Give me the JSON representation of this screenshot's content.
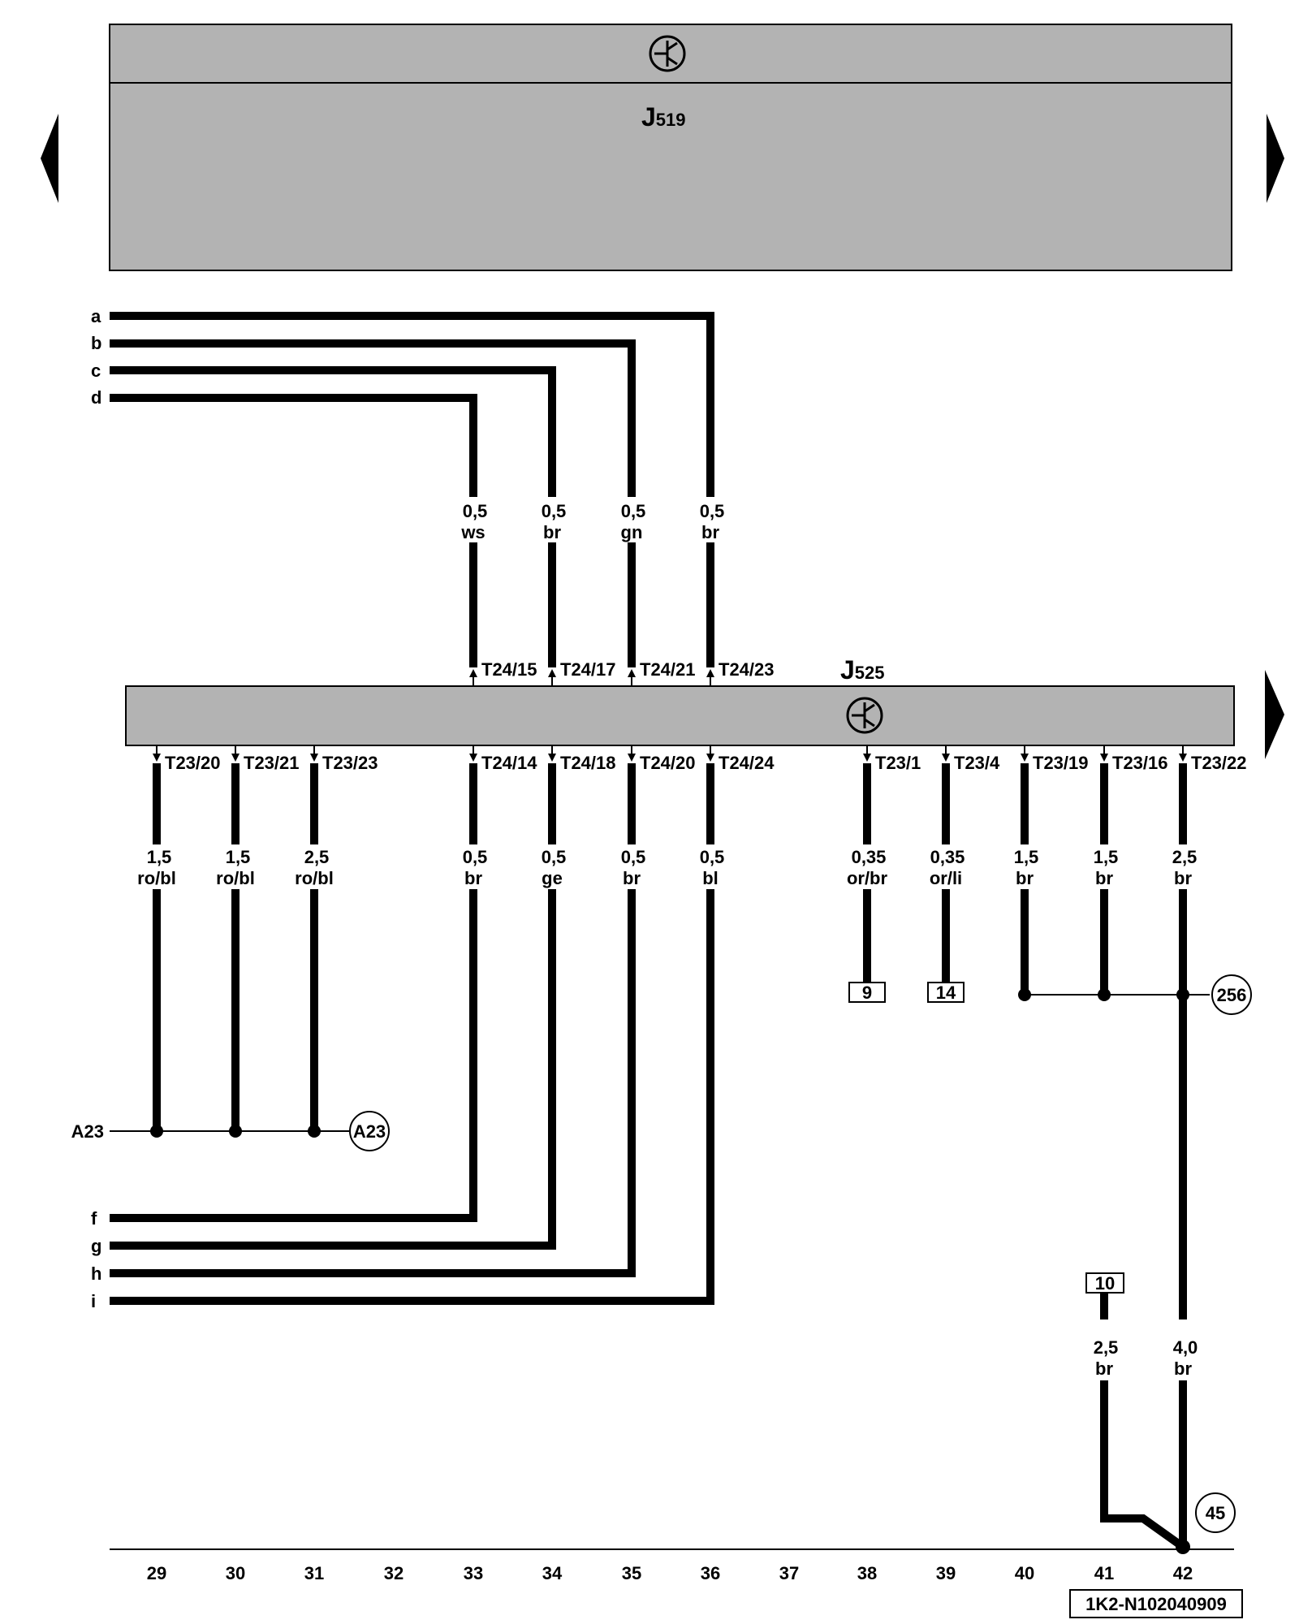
{
  "diagram": {
    "unit_top": {
      "name": "J",
      "sub": "519"
    },
    "unit_mid": {
      "name": "J",
      "sub": "525"
    },
    "left_labels_top": [
      "a",
      "b",
      "c",
      "d"
    ],
    "left_labels_bottom": [
      "f",
      "g",
      "h",
      "i"
    ],
    "top_pins": [
      "T24/15",
      "T24/17",
      "T24/21",
      "T24/23"
    ],
    "top_wires": [
      {
        "size": "0,5",
        "color": "ws"
      },
      {
        "size": "0,5",
        "color": "br"
      },
      {
        "size": "0,5",
        "color": "gn"
      },
      {
        "size": "0,5",
        "color": "br"
      }
    ],
    "bottom_pins": [
      "T23/20",
      "T23/21",
      "T23/23",
      "T24/14",
      "T24/18",
      "T24/20",
      "T24/24",
      "T23/1",
      "T23/4",
      "T23/19",
      "T23/16",
      "T23/22"
    ],
    "bottom_wires": [
      {
        "size": "1,5",
        "color": "ro/bl"
      },
      {
        "size": "1,5",
        "color": "ro/bl"
      },
      {
        "size": "2,5",
        "color": "ro/bl"
      },
      {
        "size": "0,5",
        "color": "br"
      },
      {
        "size": "0,5",
        "color": "ge"
      },
      {
        "size": "0,5",
        "color": "br"
      },
      {
        "size": "0,5",
        "color": "bl"
      },
      {
        "size": "0,35",
        "color": "or/br"
      },
      {
        "size": "0,35",
        "color": "or/li"
      },
      {
        "size": "1,5",
        "color": "br"
      },
      {
        "size": "1,5",
        "color": "br"
      },
      {
        "size": "2,5",
        "color": "br"
      }
    ],
    "bus_label": "A23",
    "bus_circle": "A23",
    "box_9": "9",
    "box_14": "14",
    "circle_256": "256",
    "box_10": "10",
    "wire_41": {
      "size": "2,5",
      "color": "br"
    },
    "wire_42": {
      "size": "4,0",
      "color": "br"
    },
    "circle_45": "45",
    "columns": [
      "29",
      "30",
      "31",
      "32",
      "33",
      "34",
      "35",
      "36",
      "37",
      "38",
      "39",
      "40",
      "41",
      "42"
    ],
    "code": "1K2-N102040909"
  }
}
